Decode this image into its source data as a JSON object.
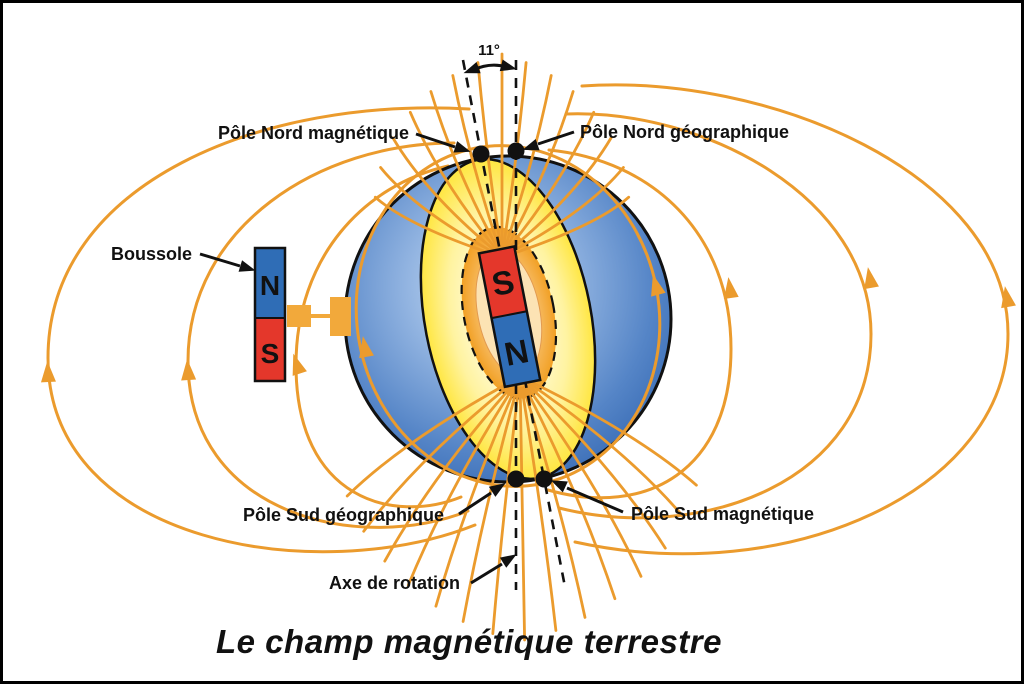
{
  "title": "Le champ magnétique terrestre",
  "angle_label": "11°",
  "labels": {
    "north_magnetic": "Pôle Nord magnétique",
    "north_geographic": "Pôle Nord géographique",
    "compass": "Boussole",
    "south_geographic": "Pôle Sud géographique",
    "south_magnetic": "Pôle Sud magnétique",
    "rotation_axis": "Axe de rotation"
  },
  "compass": {
    "north_letter": "N",
    "south_letter": "S"
  },
  "core_magnet": {
    "top_letter": "S",
    "bottom_letter": "N"
  },
  "colors": {
    "field_line": "#EB9B2D",
    "globe_blue": "#2E62AE",
    "band_yellow": "#FFE12B",
    "core_orange": "#F29B13",
    "magnet_red": "#E4372B",
    "magnet_blue": "#2F6DB6",
    "text": "#111111"
  }
}
